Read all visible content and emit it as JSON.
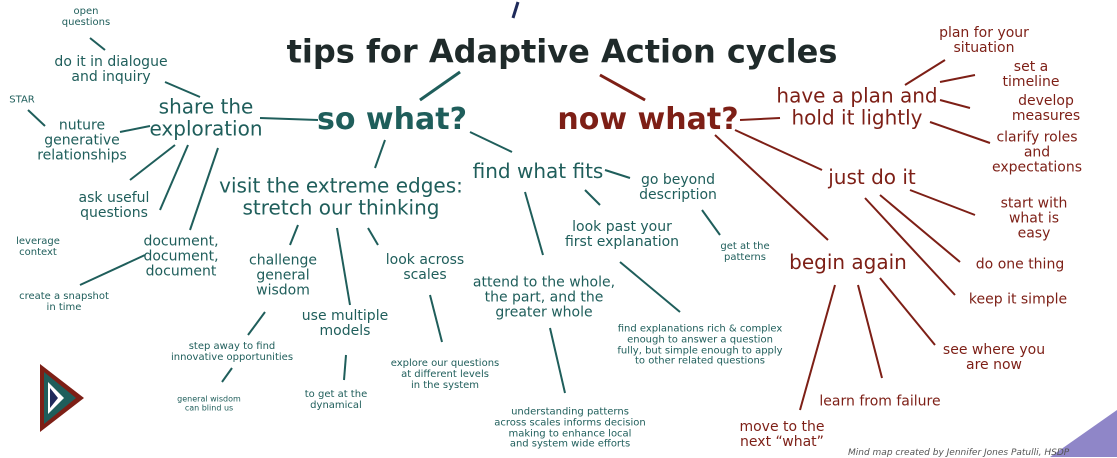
{
  "title": "tips for Adaptive Action cycles",
  "credit": "Mind map created by Jennifer Jones Patulli, HSDP",
  "colors": {
    "teal": "#1f5e5b",
    "red": "#7d1f16",
    "navy": "#1e2a5a",
    "purple": "#8f86c8"
  },
  "hubs": {
    "so_what": "so what?",
    "now_what": "now what?"
  },
  "so_what": {
    "share": "share the\nexploration",
    "dialogue": "do it in dialogue\nand inquiry",
    "open_questions": "open\nquestions",
    "nurture": "nuture\ngenerative\nrelationships",
    "star": "STAR",
    "ask_useful": "ask useful\nquestions",
    "leverage": "leverage\ncontext",
    "document": "document,\ndocument,\ndocument",
    "snapshot": "create a snapshot\nin time",
    "extreme": "visit the extreme edges:\nstretch our thinking",
    "challenge": "challenge\ngeneral\nwisdom",
    "step_away": "step away to find\ninnovative opportunities",
    "blind": "general wisdom\ncan blind us",
    "multiple_models": "use multiple\nmodels",
    "dynamical": "to get at the\ndynamical",
    "across_scales": "look across\nscales",
    "explore_levels": "explore our questions\nat different levels\nin the system",
    "find_fits": "find what fits",
    "go_beyond": "go beyond\ndescription",
    "patterns": "get at the\npatterns",
    "look_past": "look past your\nfirst explanation",
    "rich_complex": "find explanations rich & complex\nenough to answer a question\nfully, but simple enough to apply\nto other related questions",
    "attend_whole": "attend to the whole,\nthe part, and the\ngreater whole",
    "understanding": "understanding patterns\nacross scales informs decision\nmaking to enhance local\nand system wide efforts"
  },
  "now_what": {
    "plan": "have a plan and\nhold it lightly",
    "situation": "plan for your situation",
    "timeline": "set a timeline",
    "measures": "develop measures",
    "roles": "clarify roles\nand expectations",
    "just_do": "just do it",
    "easy": "start with\nwhat is easy",
    "one_thing": "do one thing",
    "simple": "keep it simple",
    "begin_again": "begin again",
    "see_where": "see where you are now",
    "failure": "learn from failure",
    "next_what": "move to the\nnext “what”"
  }
}
